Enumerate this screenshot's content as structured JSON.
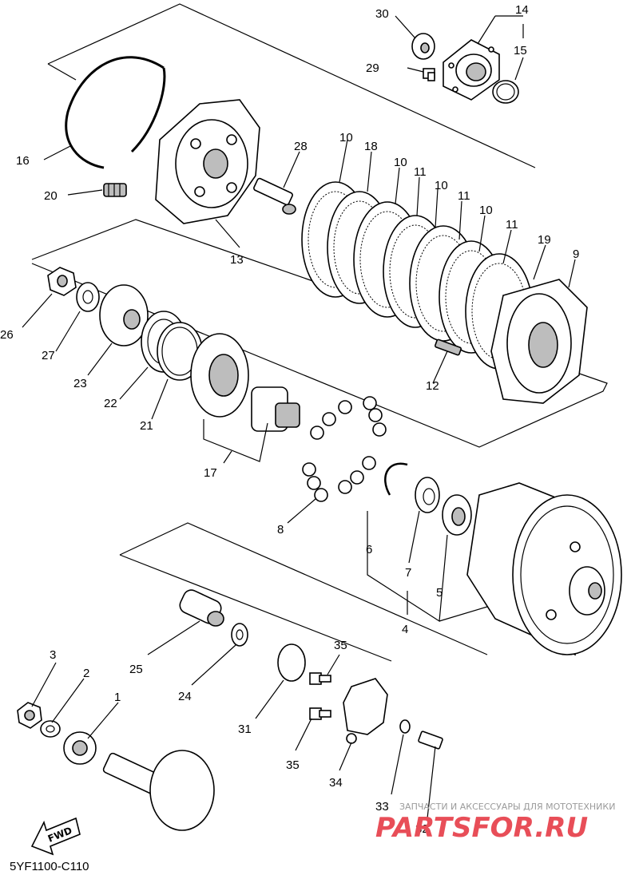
{
  "diagram": {
    "callouts": [
      "1",
      "2",
      "3",
      "4",
      "5",
      "6",
      "7",
      "8",
      "9",
      "10",
      "10",
      "10",
      "10",
      "11",
      "11",
      "11",
      "12",
      "13",
      "14",
      "15",
      "16",
      "17",
      "18",
      "19",
      "20",
      "21",
      "22",
      "23",
      "24",
      "25",
      "26",
      "27",
      "28",
      "29",
      "30",
      "31",
      "32",
      "33",
      "34",
      "35",
      "35"
    ],
    "drawing_code": "5YF1100-C110",
    "fwd_label": "FWD"
  },
  "watermark": {
    "line1": "ЗАПЧАСТИ И АКСЕССУАРЫ ДЛЯ МОТОТЕХНИКИ",
    "line2": "PARTSFOR.RU"
  }
}
